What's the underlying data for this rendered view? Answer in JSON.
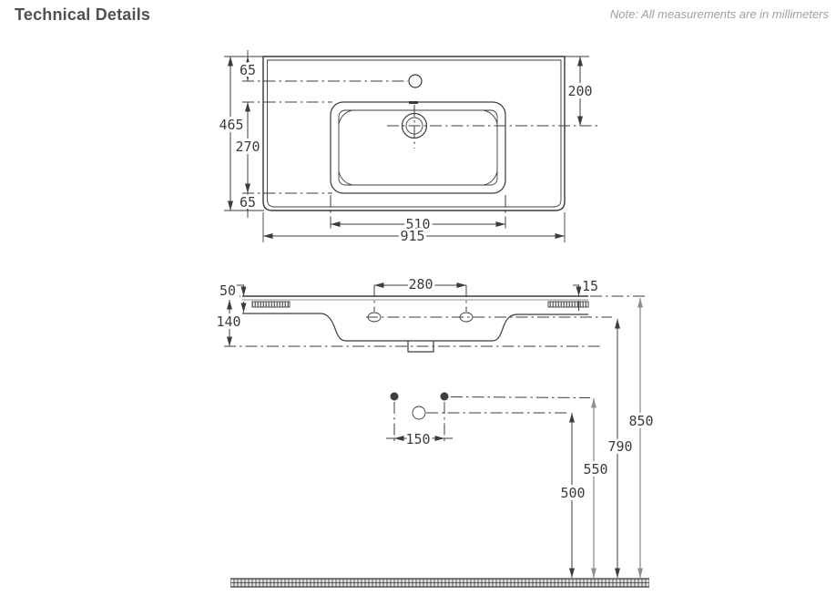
{
  "header": {
    "title": "Technical Details",
    "note": "Note: All measurements are in millimeters"
  },
  "colors": {
    "line": "#3c3c3c",
    "secondary_line": "#8f8f8f",
    "title_text": "#4b5158",
    "note_text": "#9aa0a8"
  },
  "units": "millimeters",
  "views": {
    "top_view": "basin plan view",
    "side_view": "basin front section",
    "installation_view": "wall fixing heights"
  },
  "dims": {
    "top_offset": "65",
    "total_depth": "465",
    "basin_depth": "270",
    "bottom_offset": "65",
    "tap_to_drain": "200",
    "basin_width": "510",
    "total_width": "915",
    "rim_height": "50",
    "body_depth": "140",
    "fixing_spacing": "280",
    "slab_thickness": "15",
    "bracket_spacing": "150",
    "drain_outlet_height": "500",
    "bracket_height": "550",
    "fixing_height": "790",
    "rim_install_height": "850"
  }
}
